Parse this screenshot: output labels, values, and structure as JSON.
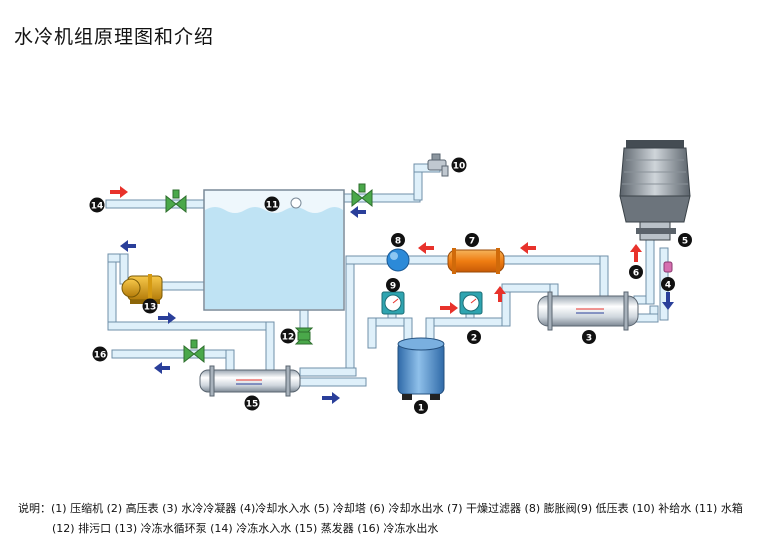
{
  "title": "水冷机组原理图和介绍",
  "callouts": [
    "1",
    "2",
    "3",
    "4",
    "5",
    "6",
    "7",
    "8",
    "9",
    "10",
    "11",
    "12",
    "13",
    "14",
    "15",
    "16"
  ],
  "legend": {
    "line1": "说明：(1) 压缩机 (2) 高压表 (3) 水冷冷凝器 (4)冷却水入水 (5) 冷却塔 (6) 冷却水出水 (7) 干燥过滤器 (8) 膨胀阀(9) 低压表 (10) 补给水  (11) 水箱",
    "line2": "(12) 排污口 (13) 冷冻水循环泵 (14) 冷冻水入水 (15) 蒸发器 (16) 冷冻水出水"
  },
  "colors": {
    "pipe": "#dff0fa",
    "pipe_edge": "#6f8fa8",
    "tank_water": "#bfe3f4",
    "arrow_red": "#e8322b",
    "arrow_blue": "#2a3f9a",
    "valve_green": "#4aa84a",
    "filter_orange": "#f08a1a",
    "expansion_blue": "#2c8ad8",
    "compressor_blue": "#4a8fcf"
  }
}
